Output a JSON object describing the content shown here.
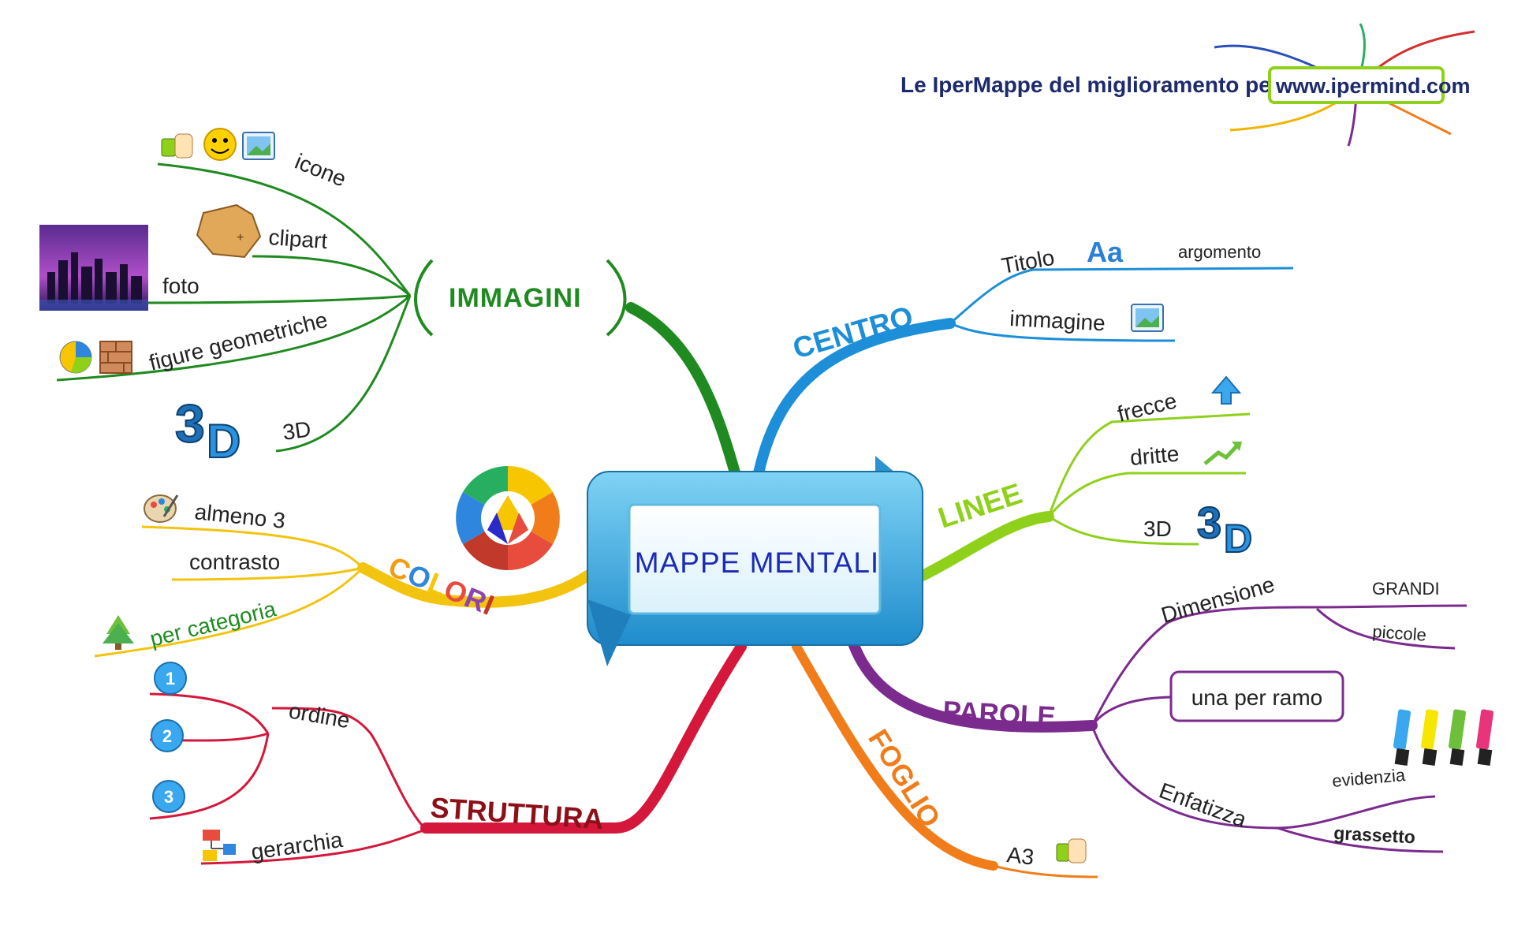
{
  "header": {
    "tagline": "Le IperMappe del miglioramento personale",
    "site": "www.ipermind.com"
  },
  "center": {
    "label": "MAPPE MENTALI"
  },
  "branches": {
    "immagini": {
      "label": "IMMAGINI",
      "color": "#1f8a1f",
      "items": {
        "icone": "icone",
        "clipart": "clipart",
        "foto": "foto",
        "figure": "figure geometriche",
        "d3": "3D"
      }
    },
    "colori": {
      "label": "COLORI",
      "color": "#f2c40f",
      "letter_colors": [
        "#f39c12",
        "#2e86de",
        "#f7c600",
        "#e74c3c",
        "#8e44ad",
        "#c0392b"
      ],
      "items": {
        "almeno": "almeno 3",
        "contrasto": "contrasto",
        "categoria": "per categoria"
      }
    },
    "struttura": {
      "label": "STRUTTURA",
      "color": "#d4173b",
      "label_color": "#8e0f18",
      "items": {
        "ordine": "ordine",
        "gerarchia": "gerarchia",
        "n1": "1",
        "n2": "2",
        "n3": "3"
      }
    },
    "centro": {
      "label": "CENTRO",
      "color": "#1d8fd8",
      "items": {
        "titolo": "Titolo",
        "argomento": "argomento",
        "immagine": "immagine"
      }
    },
    "linee": {
      "label": "LINEE",
      "color": "#8fd11a",
      "items": {
        "frecce": "frecce",
        "dritte": "dritte",
        "d3": "3D"
      }
    },
    "parole": {
      "label": "PAROLE",
      "color": "#7b2a8e",
      "items": {
        "dimensione": "Dimensione",
        "grandi": "GRANDI",
        "piccole": "piccole",
        "una": "una per ramo",
        "enfatizza": "Enfatizza",
        "evidenzia": "evidenzia",
        "grassetto": "grassetto"
      }
    },
    "foglio": {
      "label": "FOGLIO",
      "color": "#f07d1a",
      "items": {
        "a3": "A3"
      }
    }
  },
  "icons": {
    "aa": "Aa"
  }
}
